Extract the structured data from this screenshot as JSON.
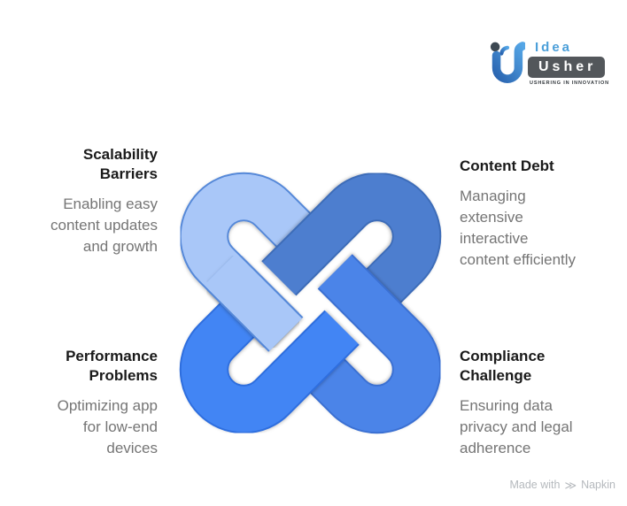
{
  "logo": {
    "brand_top": "Idea",
    "brand_bottom": "Usher",
    "tagline": "USHERING IN INNOVATION",
    "idea_color": "#4b9fd9",
    "usher_bg": "#53575b",
    "icon_gradient_top": "#55a6e6",
    "icon_gradient_bottom": "#2a64b0",
    "icon_dot_color": "#3d4852"
  },
  "quadrants": {
    "top_left": {
      "title": "Scalability\nBarriers",
      "description": "Enabling easy\ncontent updates\nand growth"
    },
    "top_right": {
      "title": "Content Debt",
      "description": "Managing\nextensive\ninteractive\ncontent efficiently"
    },
    "bottom_left": {
      "title": "Performance\nProblems",
      "description": "Optimizing app\nfor low-end\ndevices"
    },
    "bottom_right": {
      "title": "Compliance\nChallenge",
      "description": "Ensuring data\nprivacy and legal\nadherence"
    }
  },
  "knot": {
    "loops": {
      "tl": {
        "name": "top-left-loop",
        "fill": "#a9c7f8",
        "outline": "#5588d8"
      },
      "tr": {
        "name": "top-right-loop",
        "fill": "#4d7ecf",
        "outline": "#3d6cb8"
      },
      "br": {
        "name": "bottom-right-loop",
        "fill": "#4b84e8",
        "outline": "#3a6fd2"
      },
      "bl": {
        "name": "bottom-left-loop",
        "fill": "#4285f4",
        "outline": "#2e6ede"
      }
    }
  },
  "badge": {
    "prefix": "Made with",
    "brand": "Napkin",
    "glyph": "≫"
  }
}
